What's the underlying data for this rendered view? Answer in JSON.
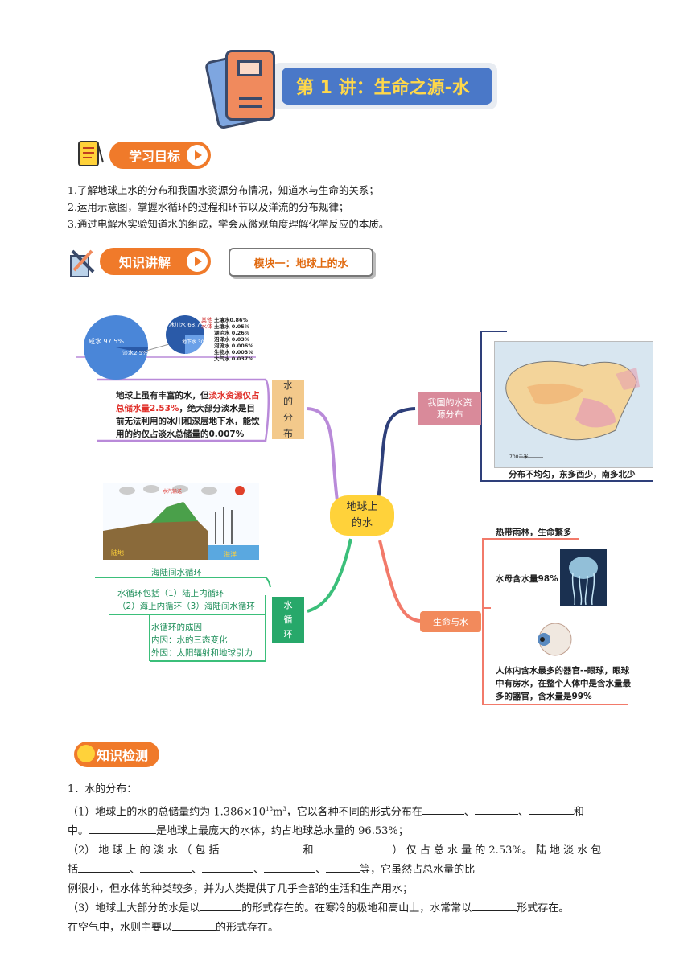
{
  "title": {
    "text": "第 1 讲：生命之源-水"
  },
  "goals": {
    "header": "学习目标",
    "items": [
      "1.了解地球上水的分布和我国水资源分布情况，知道水与生命的关系；",
      "2.运用示意图，掌握水循环的过程和环节以及洋流的分布规律；",
      "3.通过电解水实验知道水的组成，学会从微观角度理解化学反应的本质。"
    ]
  },
  "knowledge": {
    "header": "知识讲解",
    "module": "模块一：地球上的水"
  },
  "mindmap": {
    "center": "地球上的水",
    "distribution": {
      "label": "水的分布",
      "pie_labels": {
        "sea": "咸水\n97.5%",
        "fresh": "淡水2.5%",
        "ice": "冰川水\n68.7%",
        "ground": "地下水\n30.06%",
        "other_label": "其他水体"
      },
      "other_items": [
        "土壤水 0.05%",
        "湖泊水 0.26%",
        "沼泽水 0.03%",
        "河流水 0.006%",
        "生物水 0.003%",
        "大气水 0.037%"
      ],
      "other_head": "土壤水",
      "other_total": "0.86%",
      "text_a": "地球上虽有丰富的水，但",
      "text_red": "淡水资源仅占总储水量2.53%",
      "text_b": "，绝大部分淡水是目前无法利用的冰川和深层地下水，能饮用的约仅占淡水总储量的0.007%"
    },
    "china": {
      "label": "我国的水资源分布",
      "caption": "分布不均匀，东多西少，南多北少",
      "scale": "700千米"
    },
    "cycle": {
      "label": "水循环",
      "diagram_land": "陆地",
      "diagram_sea": "海洋",
      "diagram_tag": "水汽输送",
      "caption": "海陆间水循环",
      "types": "水循环包括（1）陆上内循环\n（2）海上内循环（3）海陆间水循环",
      "causes": "水循环的成因\n内因：水的三态变化\n外因：太阳辐射和地球引力"
    },
    "life": {
      "label": "生命与水",
      "rainforest": "热带雨林，生命繁多",
      "jellyfish": "水母含水量98%",
      "eye": "人体内含水最多的器官--眼球，眼球中有房水，在整个人体中是含水量最多的器官，含水量是99%"
    }
  },
  "check": {
    "header": "知识检测",
    "q1_title": "1．水的分布：",
    "p1_a": "（1）地球上的水的总储量约为 1.386×10",
    "p1_sup": "18",
    "p1_b": "m",
    "p1_sup2": "3",
    "p1_c": "，它以各种不同的形式分布在",
    "sep_dun": "、",
    "p1_d": "和",
    "p1_e": "中。",
    "p1_f": "是地球上最庞大的水体，约占地球总水量的 96.53%；",
    "p2_a": "（2） 地 球 上 的 淡 水 （ 包 括",
    "p2_b": "和",
    "p2_c": "） 仅 占 总 水 量 的 2.53%。 陆 地 淡 水 包",
    "p2_d": "括",
    "p2_e": "等，它虽然占总水量的比",
    "p2_f": "例很小，但水体的种类较多，并为人类提供了几乎全部的生活和生产用水；",
    "p3_a": "（3）地球上大部分的水是以",
    "p3_b": "的形式存在的。在寒冷的极地和高山上，水常常以",
    "p3_c": "形式存在。",
    "p3_d": "在空气中，水则主要以",
    "p3_e": "的形式存在。"
  },
  "colors": {
    "accent_orange": "#f07a2a",
    "title_blue": "#4a78c8",
    "title_yellow": "#ffd84a",
    "purple_line": "#b98ad9",
    "green_line": "#3bbf7a",
    "navy_line": "#2e3f7a",
    "red_line": "#f27a6a"
  }
}
